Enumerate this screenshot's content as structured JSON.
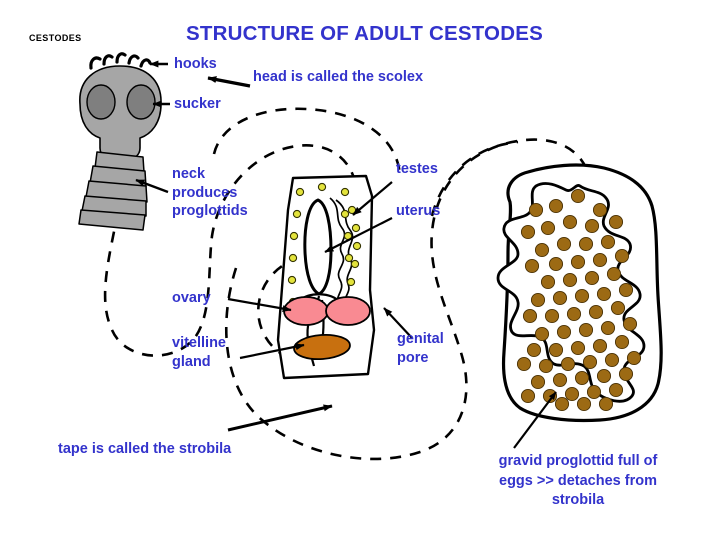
{
  "title": "STRUCTURE OF ADULT CESTODES",
  "corner_tag": "CESTODES",
  "colors": {
    "label_blue": "#3333cc",
    "ink_black": "#000000",
    "body_gray": "#a6a6a6",
    "sucker_gray": "#7f7f7f",
    "testes_yellow": "#e3e33c",
    "ovary_pink": "#f98a92",
    "vitelline_orange": "#c8700f",
    "egg_brown": "#9c6a14",
    "background": "#ffffff"
  },
  "labels": {
    "hooks": "hooks",
    "scolex": "head is called the scolex",
    "sucker": "sucker",
    "neck": "neck\nproduces\nproglottids",
    "testes": "testes",
    "uterus": "uterus",
    "ovary": "ovary",
    "vitelline_gland": "vitelline\ngland",
    "genital_pore": "genital\npore",
    "strobila": "tape is called the strobila",
    "gravid_caption": "gravid proglottid full of\neggs  >>  detaches from\nstrobila"
  },
  "diagram": {
    "type": "anatomical-diagram",
    "subject": "adult tapeworm (cestode)",
    "parts": [
      {
        "name": "scolex",
        "description": "rounded head with hooks and two suckers"
      },
      {
        "name": "hooks",
        "count": 5,
        "description": "black curved hooks on apex of scolex"
      },
      {
        "name": "suckers",
        "count": 2,
        "description": "dark gray oval suckers on scolex"
      },
      {
        "name": "neck",
        "segments": 5,
        "description": "segmented region below scolex producing proglottids"
      },
      {
        "name": "strobila",
        "description": "long dashed serpentine chain of proglottids"
      },
      {
        "name": "mature-proglottid",
        "description": "central segment with testes, uterus, ovaries, vitelline gland, genital pore"
      },
      {
        "name": "gravid-proglottid",
        "description": "right segment with branched uterus full of eggs"
      }
    ],
    "counts": {
      "testes_dots": 16,
      "ovaries": 2,
      "vitelline_glands": 1,
      "egg_dots": 62,
      "uterine_branches_per_side": 7
    }
  }
}
